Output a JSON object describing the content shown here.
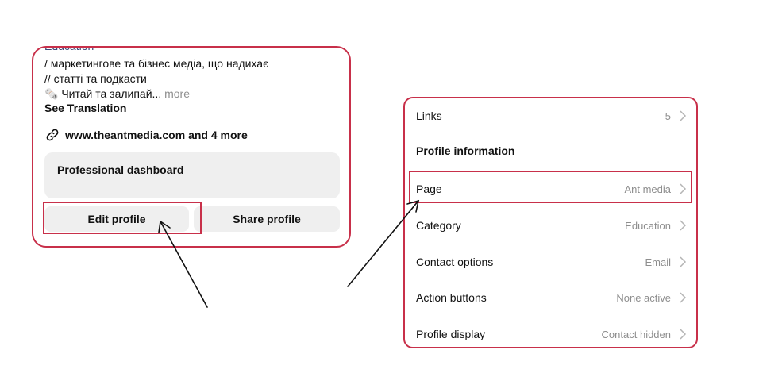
{
  "left": {
    "clipped_category": "Education",
    "bio_line1": "/ маркетингове та бізнес медіа, що надихає",
    "bio_line2": "// статті та подкасти",
    "bio_line3_emoji": "🗞️",
    "bio_line3_text": "Читай та залипай...",
    "more_label": "more",
    "see_translation": "See Translation",
    "link_text": "www.theantmedia.com and 4 more",
    "dashboard_label": "Professional dashboard",
    "edit_profile": "Edit profile",
    "share_profile": "Share profile"
  },
  "right": {
    "links_label": "Links",
    "links_count": "5",
    "section_title": "Profile information",
    "rows": [
      {
        "label": "Page",
        "value": "Ant media"
      },
      {
        "label": "Category",
        "value": "Education"
      },
      {
        "label": "Contact options",
        "value": "Email"
      },
      {
        "label": "Action buttons",
        "value": "None active"
      },
      {
        "label": "Profile display",
        "value": "Contact hidden"
      }
    ]
  },
  "colors": {
    "highlight": "#c8304a",
    "button_bg": "#efefef",
    "muted_text": "#8e8e8e"
  },
  "icons": {
    "link": "link-icon",
    "chevron": "chevron-right-icon"
  }
}
